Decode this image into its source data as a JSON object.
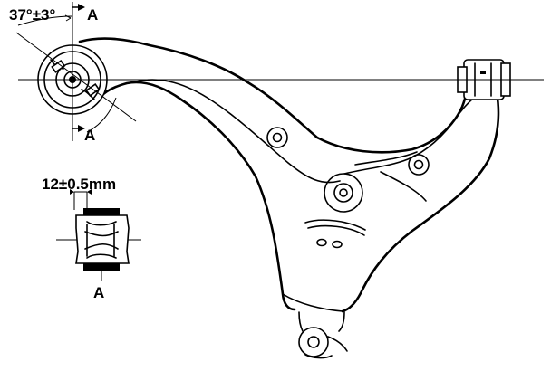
{
  "labels": {
    "angle": "37°±3°",
    "section_top": "A",
    "section_bottom": "A",
    "dimension": "12±0.5mm",
    "section_detail": "A"
  }
}
